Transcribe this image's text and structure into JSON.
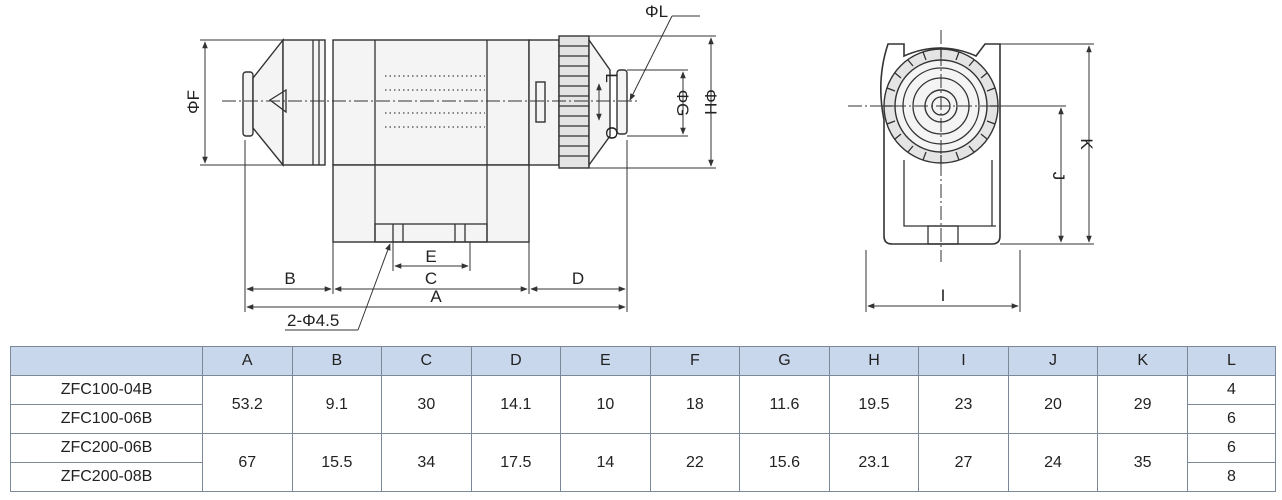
{
  "drawing": {
    "dims": {
      "A": "A",
      "B": "B",
      "C": "C",
      "D": "D",
      "E": "E",
      "F": "ΦF",
      "G": "ΦG",
      "H": "ΦH",
      "L_dia": "ΦL",
      "L": "L",
      "O": "O",
      "I": "I",
      "J": "J",
      "K": "K",
      "holes": "2-Φ4.5"
    }
  },
  "table": {
    "headers": [
      "",
      "A",
      "B",
      "C",
      "D",
      "E",
      "F",
      "G",
      "H",
      "I",
      "J",
      "K",
      "L"
    ],
    "models": [
      "ZFC100-04B",
      "ZFC100-06B",
      "ZFC200-06B",
      "ZFC200-08B"
    ],
    "groups": [
      {
        "A": "53.2",
        "B": "9.1",
        "C": "30",
        "D": "14.1",
        "E": "10",
        "F": "18",
        "G": "11.6",
        "H": "19.5",
        "I": "23",
        "J": "20",
        "K": "29",
        "L": [
          "4",
          "6"
        ]
      },
      {
        "A": "67",
        "B": "15.5",
        "C": "34",
        "D": "17.5",
        "E": "14",
        "F": "22",
        "G": "15.6",
        "H": "23.1",
        "I": "27",
        "J": "24",
        "K": "35",
        "L": [
          "6",
          "8"
        ]
      }
    ]
  }
}
